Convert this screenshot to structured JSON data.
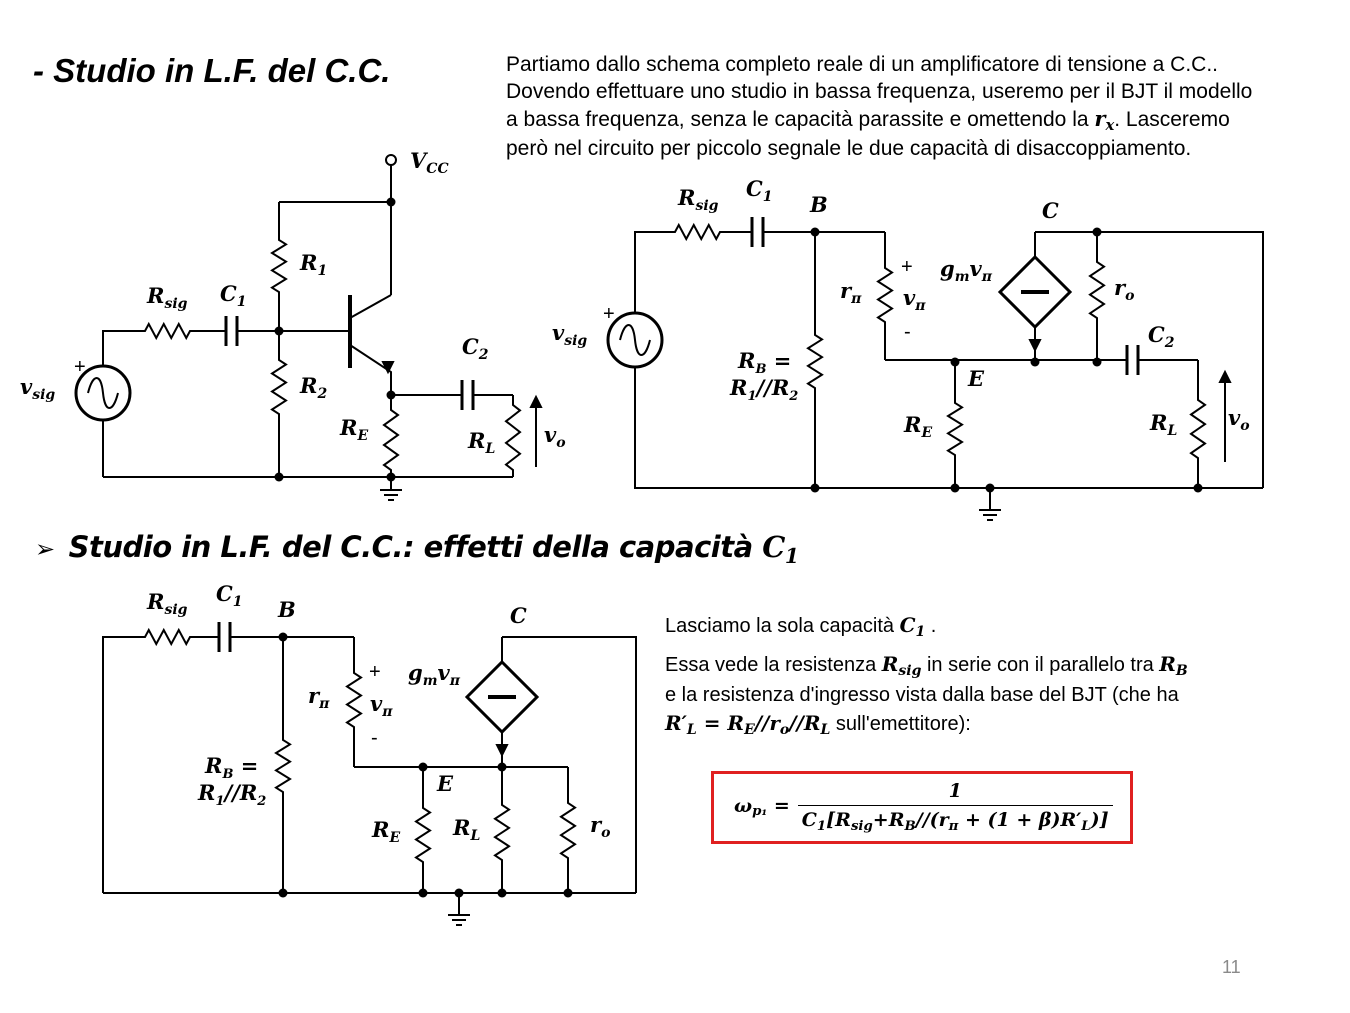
{
  "title": "- Studio in L.F. del C.C.",
  "intro": {
    "line1": "Partiamo dallo schema completo reale di un amplificatore di tensione a C.C..",
    "line2": "Dovendo effettuare uno studio in bassa frequenza, useremo per il BJT il modello",
    "line3a": "a bassa frequenza, senza le capacità parassite e omettendo la ",
    "rx_m": "r",
    "rx_s": "x",
    "line3b": ". Lasceremo",
    "line4": "però nel circuito per piccolo segnale le due capacità di disaccoppiamento."
  },
  "heading": {
    "arrow": "➢",
    "text": "Studio in L.F. del C.C.: effetti della capacità ",
    "c_m": "C",
    "c_s": "1"
  },
  "labels": {
    "vcc": {
      "m": "V",
      "s": "CC"
    },
    "r1": {
      "m": "R",
      "s": "1"
    },
    "r2": {
      "m": "R",
      "s": "2"
    },
    "rsig": {
      "m": "R",
      "s": "sig"
    },
    "c1": {
      "m": "C",
      "s": "1"
    },
    "c2": {
      "m": "C",
      "s": "2"
    },
    "vsig": {
      "m": "v",
      "s": "sig"
    },
    "re": {
      "m": "R",
      "s": "E"
    },
    "rl": {
      "m": "R",
      "s": "L"
    },
    "vo": {
      "m": "v",
      "s": "o"
    },
    "ro": {
      "m": "r",
      "s": "o"
    },
    "rpi": {
      "m": "r",
      "s": "π"
    },
    "vpi": {
      "m": "v",
      "s": "π"
    },
    "gm": {
      "m": "g",
      "s": "m",
      "m2": "v",
      "s2": "π"
    },
    "rb_line1": {
      "m": "R",
      "s": "B",
      "eq": " ="
    },
    "rb_line2": {
      "m": "R",
      "s": "1",
      "mid": "//R",
      "s2": "2"
    },
    "node_b": "B",
    "node_c": "C",
    "node_e": "E",
    "plus": "+",
    "minus": "-"
  },
  "text": {
    "p1a": "Lasciamo la sola capacità ",
    "p1_m": "C",
    "p1_s": "1",
    "p1b": " .",
    "p2a": "Essa vede la resistenza ",
    "p2_rsig_m": "R",
    "p2_rsig_s": "sig",
    "p2b": " in serie con il parallelo tra ",
    "p2_rb_m": "R",
    "p2_rb_s": "B",
    "p3": "e la resistenza d'ingresso vista dalla base del BJT (che ha",
    "p4_expr": "R′",
    "p4_expr_s": "L",
    "p4_eq": " = R",
    "p4_eq_s": "E",
    "p4_mid": "//r",
    "p4_mid_s": "o",
    "p4_end": "//R",
    "p4_end_s": "L",
    "p4_tail": " sull'emettitore):"
  },
  "formula": {
    "lhs": "ω",
    "lhs_s": "p₁",
    "eq": " =",
    "num": "1",
    "den_a": "C",
    "den_a_s": "1",
    "den_b": "[R",
    "den_b_s": "sig",
    "den_c": "+R",
    "den_c_s": "B",
    "den_d": "//(r",
    "den_d_s": "π",
    "den_e": " + (1 + β)R′",
    "den_e_s": "L",
    "den_f": ")]"
  },
  "page_number": "11",
  "colors": {
    "formula_border": "#e02020",
    "page_number": "#8a8a8a"
  }
}
